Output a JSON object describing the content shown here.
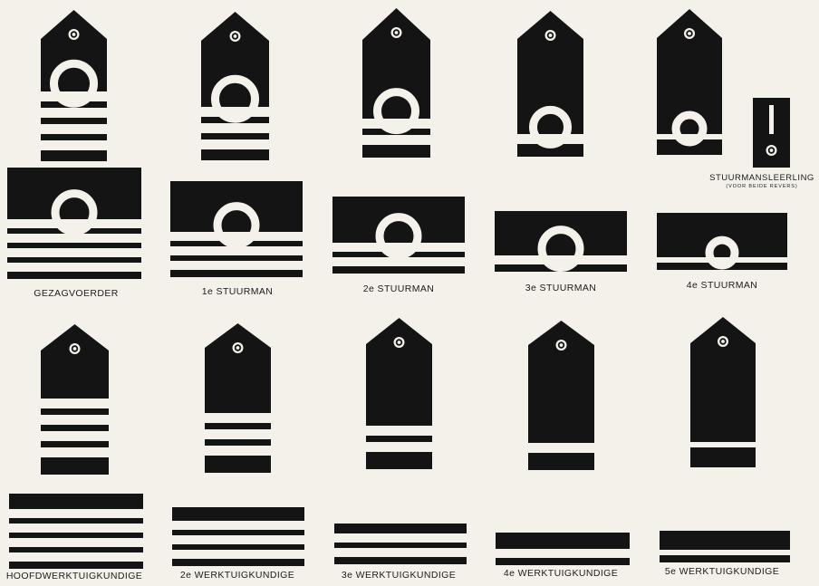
{
  "colors": {
    "insignia": "#141414",
    "stripe": "#f4f1ea",
    "paper": "#f4f1ea"
  },
  "ranks": [
    {
      "label": "GEZAGVOERDER",
      "stripes": 4,
      "emblem": "ring-and-button"
    },
    {
      "label": "1e STUURMAN",
      "stripes": 3,
      "emblem": "ring-and-button"
    },
    {
      "label": "2e STUURMAN",
      "stripes": 2,
      "emblem": "ring-and-button"
    },
    {
      "label": "3e STUURMAN",
      "stripes": 1,
      "emblem": "ring-and-button"
    },
    {
      "label": "4e STUURMAN",
      "stripes": 1,
      "stripe_style": "thin",
      "emblem": "ring-and-button"
    },
    {
      "label": "HOOFDWERKTUIGKUNDIGE",
      "stripes": 4,
      "emblem": "button"
    },
    {
      "label": "2e WERKTUIGKUNDIGE",
      "stripes": 3,
      "emblem": "button"
    },
    {
      "label": "3e WERKTUIGKUNDIGE",
      "stripes": 2,
      "emblem": "button"
    },
    {
      "label": "4e WERKTUIGKUNDIGE",
      "stripes": 1,
      "emblem": "button"
    },
    {
      "label": "5e WERKTUIGKUNDIGE",
      "stripes": 1,
      "stripe_style": "thin",
      "emblem": "button"
    }
  ],
  "leerling": {
    "label": "STUURMANSLEERLING",
    "note": "(VOOR BEIDE REVERS)",
    "emblem": "bar-and-button"
  }
}
